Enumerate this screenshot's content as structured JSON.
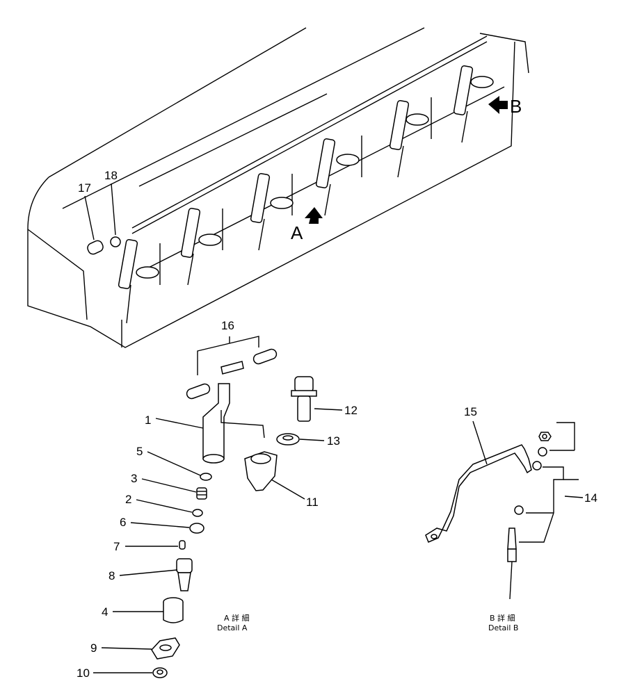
{
  "view_labels": {
    "a": "A",
    "b": "B"
  },
  "callouts": [
    "1",
    "2",
    "3",
    "4",
    "5",
    "6",
    "7",
    "8",
    "9",
    "10",
    "11",
    "12",
    "13",
    "14",
    "15",
    "16",
    "17",
    "18"
  ],
  "captions": {
    "detail_a_jp": "A 詳 細",
    "detail_a_en": "Detail A",
    "detail_b_jp": "B 詳 細",
    "detail_b_en": "Detail B"
  },
  "icons": {
    "view_arrow": "arrow-icon"
  }
}
